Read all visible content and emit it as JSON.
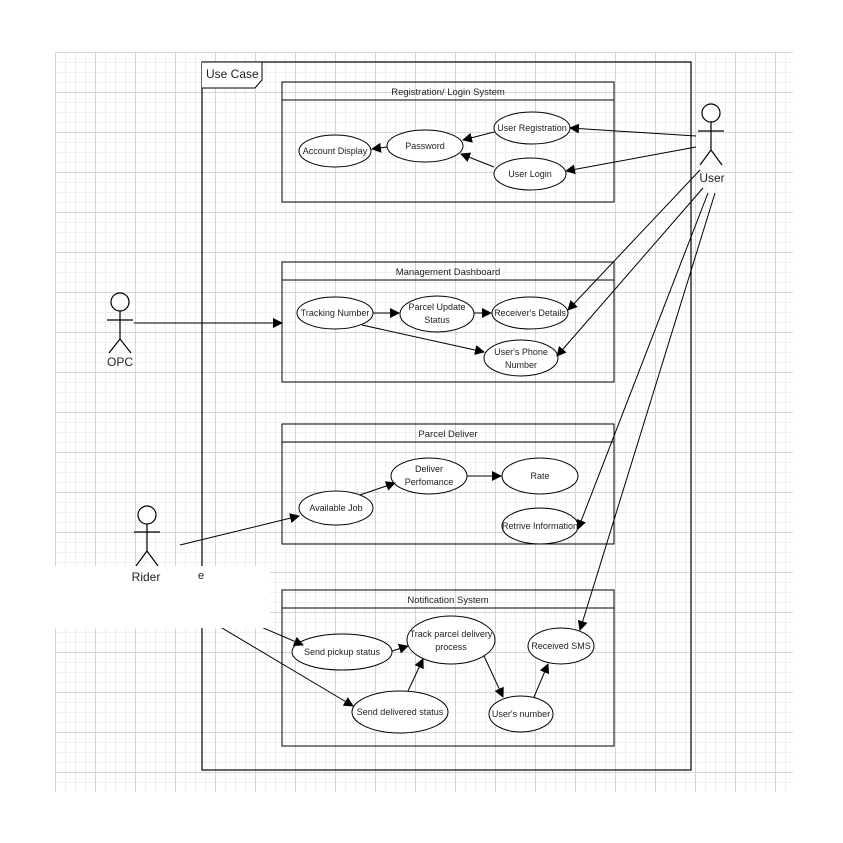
{
  "frame": {
    "label": "Use Case"
  },
  "actors": {
    "user": "User",
    "opc": "OPC",
    "rider": "Rider"
  },
  "stray_text": "e",
  "packages": {
    "registration": "Registration/ Login System",
    "management": "Management Dashboard",
    "parcel": "Parcel Deliver",
    "notification": "Notification System"
  },
  "use_cases": {
    "user_registration": "User Registration",
    "password": "Password",
    "account_display": "Account Display",
    "user_login": "User Login",
    "tracking_number": "Tracking Number",
    "parcel_update_status_1": "Parcel Update",
    "parcel_update_status_2": "Status",
    "receivers_details": "Receiver's Details",
    "users_phone_number_1": "User's Phone",
    "users_phone_number_2": "Number",
    "available_job": "Available Job",
    "deliver_performance_1": "Deliver",
    "deliver_performance_2": "Perfomance",
    "rate": "Rate",
    "retrive_information": "Retrive Information",
    "send_pickup_status": "Send pickup status",
    "track_parcel_1": "Track parcel delivery",
    "track_parcel_2": "process",
    "received_sms": "Received SMS",
    "send_delivered_status": "Send delivered status",
    "users_number": "User's number"
  },
  "colors": {
    "line": "#000000",
    "grid_major": "#d6d6d6",
    "grid_minor": "#efefef"
  }
}
